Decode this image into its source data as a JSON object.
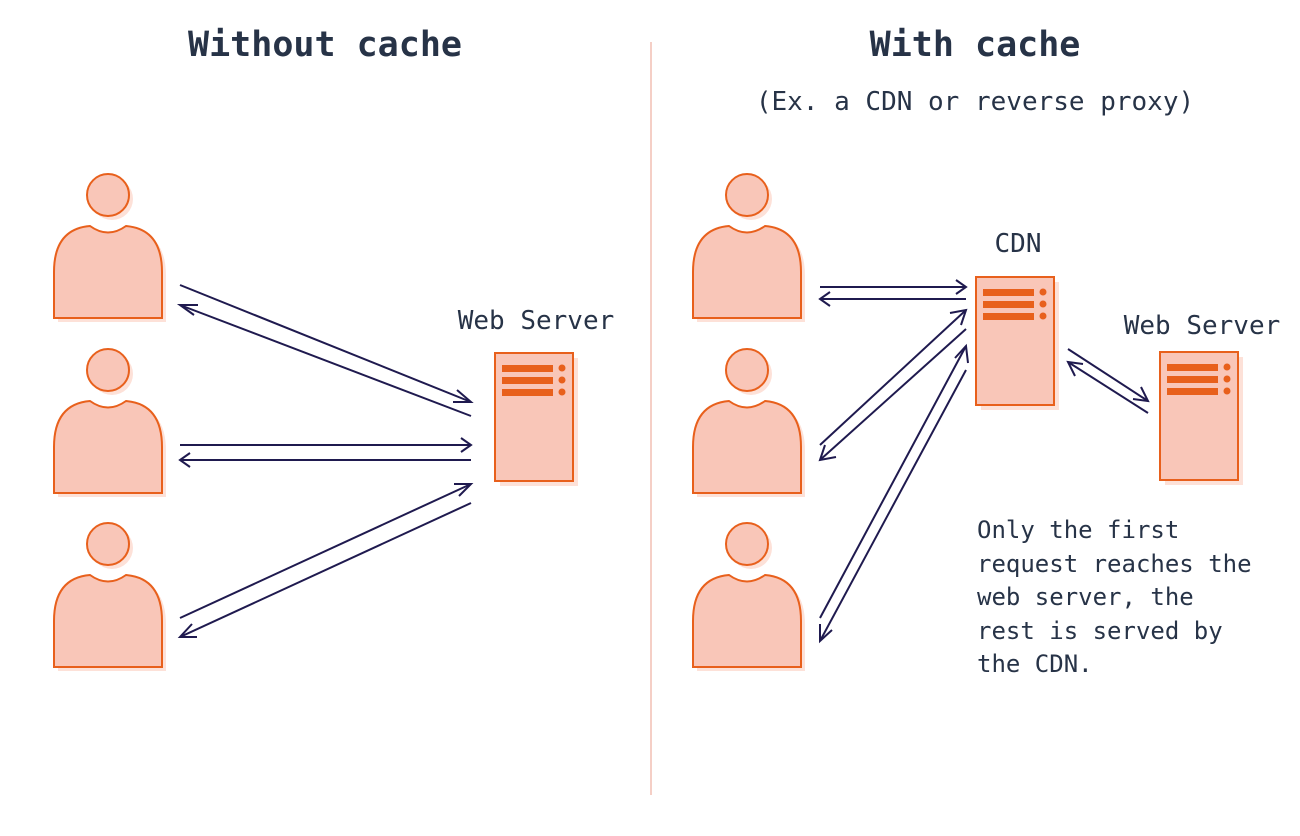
{
  "left_panel": {
    "title": "Without cache",
    "server_label": "Web Server"
  },
  "right_panel": {
    "title": "With cache",
    "subtitle": "(Ex. a CDN or reverse proxy)",
    "cdn_label": "CDN",
    "server_label": "Web Server",
    "note_lines": [
      "Only the first",
      "request reaches the",
      "web server, the",
      "rest is served by",
      "the CDN."
    ]
  },
  "colors": {
    "text": "#273347",
    "arrow": "#1f1a4f",
    "accent": "#e8601c",
    "fill": "#f9c6b8",
    "shadow": "#fde1d8",
    "divider": "#f5cfc6"
  },
  "icons": {
    "user": "user-icon",
    "server": "server-icon"
  }
}
